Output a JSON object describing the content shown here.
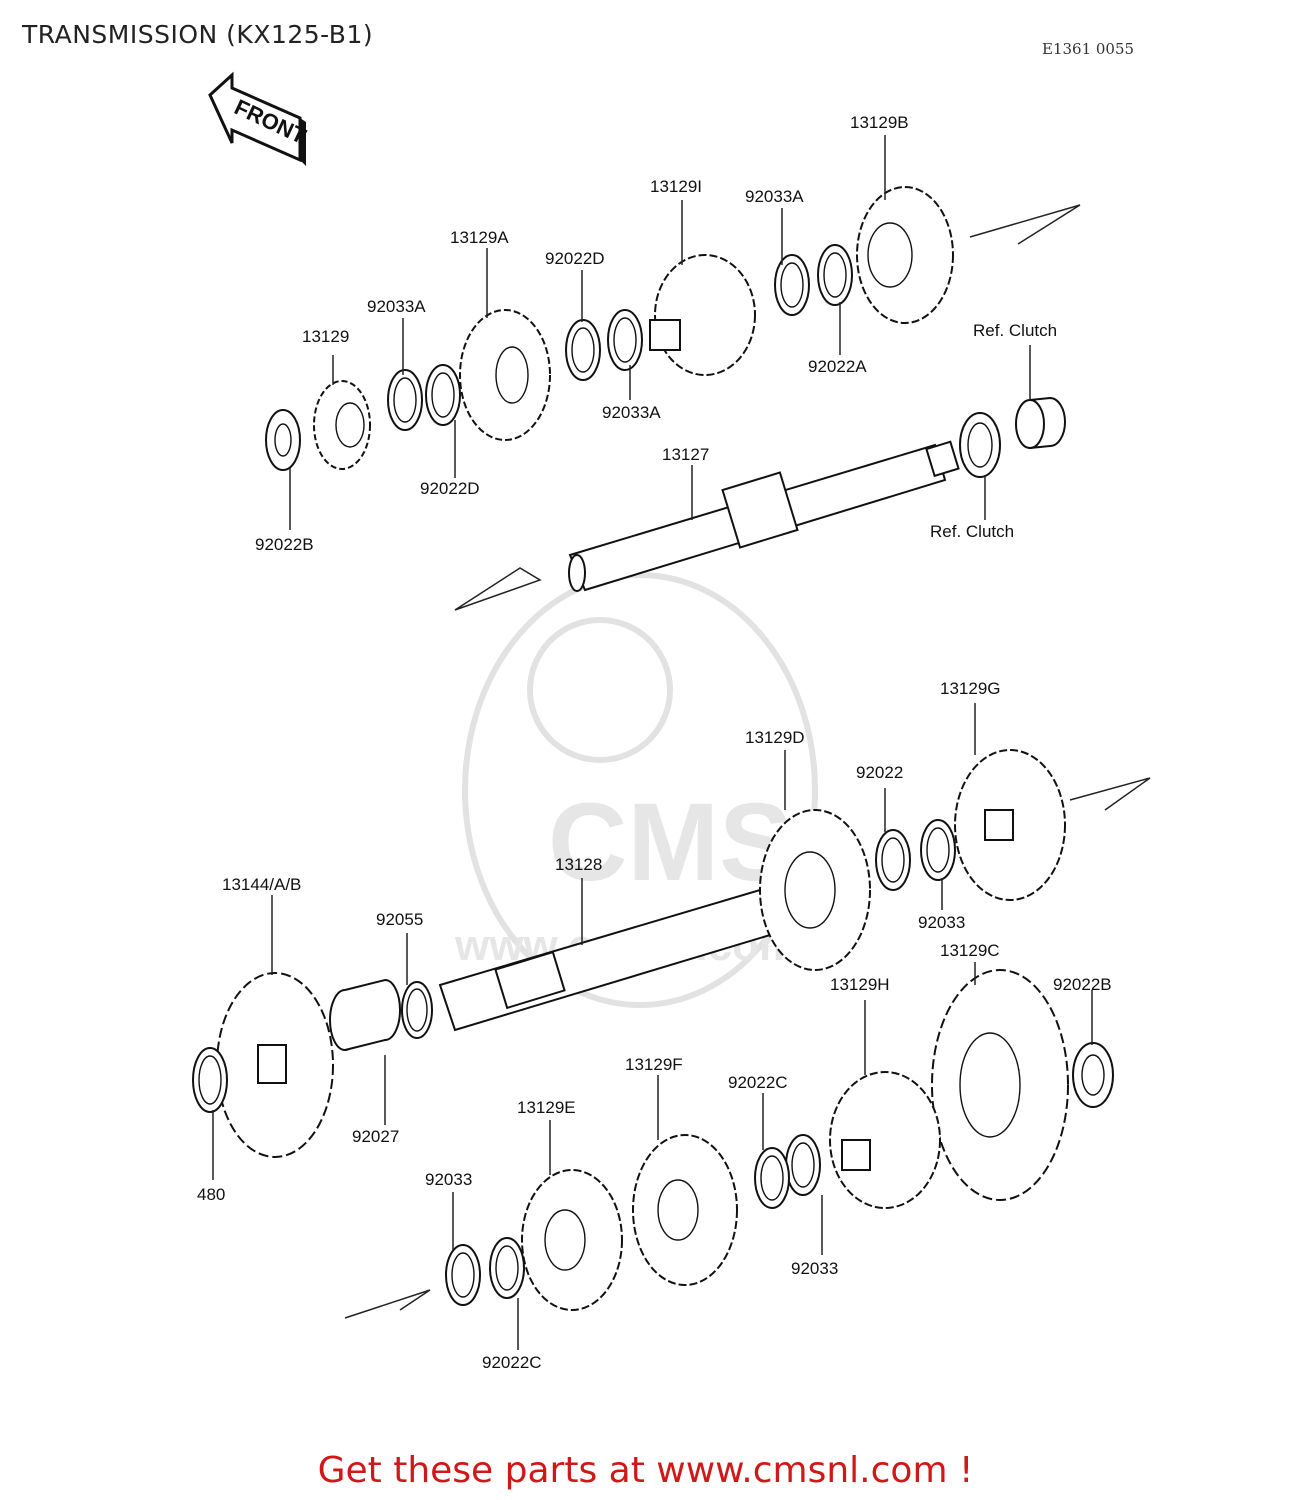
{
  "title": "TRANSMISSION (KX125-B1)",
  "diagram_code": "E1361 0055",
  "front_arrow_label": "FRONT",
  "watermark": {
    "logo_text": "CMS",
    "url_text": "www.cmsnl.com"
  },
  "footer": "Get these parts at www.cmsnl.com !",
  "labels": {
    "l_13129B_top": "13129B",
    "l_13129I": "13129I",
    "l_92033A_a": "92033A",
    "l_13129A": "13129A",
    "l_92022D_a": "92022D",
    "l_92033A_b": "92033A",
    "l_13129": "13129",
    "l_ref_clutch_a": "Ref. Clutch",
    "l_92022A": "92022A",
    "l_92033A_c": "92033A",
    "l_13127": "13127",
    "l_92022D_b": "92022D",
    "l_92022B_a": "92022B",
    "l_ref_clutch_b": "Ref. Clutch",
    "l_13129G": "13129G",
    "l_13129D": "13129D",
    "l_92022": "92022",
    "l_13128": "13128",
    "l_13144": "13144/A/B",
    "l_92055": "92055",
    "l_92033_a": "92033",
    "l_13129C": "13129C",
    "l_92022B_b": "92022B",
    "l_13129H": "13129H",
    "l_13129F": "13129F",
    "l_92022C_a": "92022C",
    "l_13129E": "13129E",
    "l_92027": "92027",
    "l_92033_b": "92033",
    "l_480": "480",
    "l_92033_c": "92033",
    "l_92022C_b": "92022C"
  }
}
